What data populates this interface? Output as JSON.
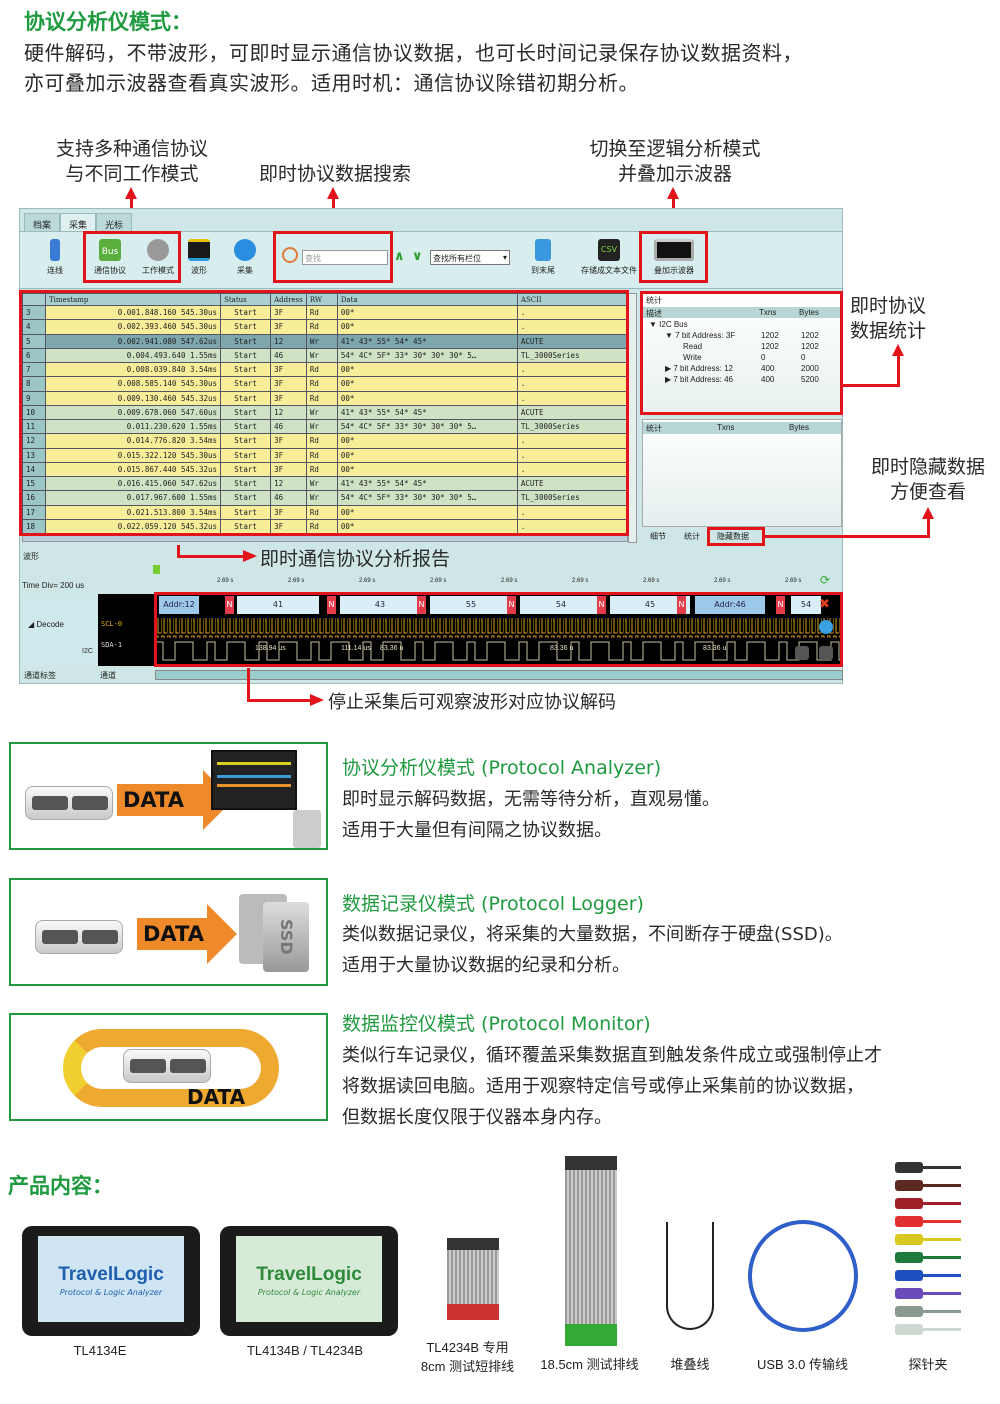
{
  "header": {
    "title": "协议分析仪模式：",
    "desc": [
      "硬件解码，不带波形，可即时显示通信协议数据，也可长时间记录保存协议数据资料，",
      "亦可叠加示波器查看真实波形。适用时机：通信协议除错初期分析。"
    ]
  },
  "annotations": {
    "multi_protocol": [
      "支持多种通信协议",
      "与不同工作模式"
    ],
    "search": "即时协议数据搜索",
    "switch": [
      "切换至逻辑分析模式",
      "并叠加示波器"
    ],
    "stats": [
      "即时协议",
      "数据统计"
    ],
    "hide": [
      "即时隐藏数据",
      "方便查看"
    ],
    "report": "即时通信协议分析报告",
    "waveform_decode": "停止采集后可观察波形对应协议解码"
  },
  "app": {
    "tabs": [
      "档案",
      "采集",
      "光标"
    ],
    "tools": {
      "connect": "连线",
      "protocol": "通信协议",
      "bus_badge": "Bus",
      "mode": "工作模式",
      "waveform": "波形",
      "capture": "采集",
      "search_placeholder": "查找",
      "search_scope": "查找所有栏位",
      "to_end": "到末尾",
      "save_csv": "存储成文本文件",
      "csv_badge": "CSV",
      "overlay_scope": "叠加示波器"
    },
    "table": {
      "headers": [
        "",
        "Timestamp",
        "Status",
        "Address",
        "RW",
        "Data",
        "ASCII"
      ],
      "rows": [
        [
          "3",
          "0.001.848.160 545.30us",
          "Start",
          "3F",
          "Rd",
          "00*",
          "."
        ],
        [
          "4",
          "0.002.393.460 545.30us",
          "Start",
          "3F",
          "Rd",
          "00*",
          "."
        ],
        [
          "5",
          "0.002.941.080 547.62us",
          "Start",
          "12",
          "Wr",
          "41* 43* 55* 54* 45*",
          "ACUTE"
        ],
        [
          "6",
          "0.004.493.640 1.55ms",
          "Start",
          "46",
          "Wr",
          "54* 4C* 5F* 33* 30* 30* 30* 5…",
          "TL_3000Series"
        ],
        [
          "7",
          "0.008.039.840 3.54ms",
          "Start",
          "3F",
          "Rd",
          "00*",
          "."
        ],
        [
          "8",
          "0.008.585.140 545.30us",
          "Start",
          "3F",
          "Rd",
          "00*",
          "."
        ],
        [
          "9",
          "0.009.130.460 545.32us",
          "Start",
          "3F",
          "Rd",
          "00*",
          "."
        ],
        [
          "10",
          "0.009.678.060 547.60us",
          "Start",
          "12",
          "Wr",
          "41* 43* 55* 54* 45*",
          "ACUTE"
        ],
        [
          "11",
          "0.011.230.620 1.55ms",
          "Start",
          "46",
          "Wr",
          "54* 4C* 5F* 33* 30* 30* 30* 5…",
          "TL_3000Series"
        ],
        [
          "12",
          "0.014.776.820 3.54ms",
          "Start",
          "3F",
          "Rd",
          "00*",
          "."
        ],
        [
          "13",
          "0.015.322.120 545.30us",
          "Start",
          "3F",
          "Rd",
          "00*",
          "."
        ],
        [
          "14",
          "0.015.867.440 545.32us",
          "Start",
          "3F",
          "Rd",
          "00*",
          "."
        ],
        [
          "15",
          "0.016.415.060 547.62us",
          "Start",
          "12",
          "Wr",
          "41* 43* 55* 54* 45*",
          "ACUTE"
        ],
        [
          "16",
          "0.017.967.600 1.55ms",
          "Start",
          "46",
          "Wr",
          "54* 4C* 5F* 33* 30* 30* 30* 5…",
          "TL_3000Series"
        ],
        [
          "17",
          "0.021.513.800 3.54ms",
          "Start",
          "3F",
          "Rd",
          "00*",
          "."
        ],
        [
          "18",
          "0.022.059.120 545.32us",
          "Start",
          "3F",
          "Rd",
          "00*",
          "."
        ]
      ]
    },
    "stats": {
      "title": "统计",
      "headers": [
        "描述",
        "Txns",
        "Bytes"
      ],
      "rows": [
        [
          "▼ I2C Bus",
          "",
          ""
        ],
        [
          "▼ 7 bit Address: 3F",
          "1202",
          "1202"
        ],
        [
          "Read",
          "1202",
          "1202"
        ],
        [
          "Write",
          "0",
          "0"
        ],
        [
          "▶ 7 bit Address: 12",
          "400",
          "2000"
        ],
        [
          "▶ 7 bit Address: 46",
          "400",
          "5200"
        ]
      ],
      "lower_headers": [
        "统计",
        "Txns",
        "Bytes"
      ],
      "bottom_tabs": [
        "细节",
        "统计",
        "隐藏数据"
      ]
    },
    "wave": {
      "title": "波形",
      "time_div": "Time Div= 200 us",
      "tick": "2.69 s",
      "decode": "◢ Decode",
      "bus": "I2C",
      "scl": "SCL-0",
      "sda": "SDA-1",
      "segments": [
        "Addr:12",
        "N",
        "41",
        "N",
        "43",
        "N",
        "55",
        "N",
        "54",
        "N",
        "45",
        "N",
        "Addr:46",
        "N",
        "54"
      ],
      "measures": [
        "138.94 us",
        "111.14 us",
        "83.36 u",
        "83.36 u",
        "83.36 u"
      ],
      "bottom": [
        "通道标签",
        "通道"
      ]
    }
  },
  "modes": [
    {
      "title": "协议分析仪模式 (Protocol Analyzer)",
      "lines": [
        "即时显示解码数据，无需等待分析，直观易懂。",
        "适用于大量但有间隔之协议数据。"
      ],
      "badge": "DATA"
    },
    {
      "title": "数据记录仪模式 (Protocol Logger)",
      "lines": [
        "类似数据记录仪，将采集的大量数据，不间断存于硬盘(SSD)。",
        "适用于大量协议数据的纪录和分析。"
      ],
      "badge": "DATA",
      "ssd": "SSD"
    },
    {
      "title": "数据监控仪模式 (Protocol Monitor)",
      "lines": [
        "类似行车记录仪，循环覆盖采集数据直到触发条件成立或强制停止才",
        "将数据读回电脑。适用于观察特定信号或停止采集前的协议数据，",
        "但数据长度仅限于仪器本身内存。"
      ],
      "badge": "DATA"
    }
  ],
  "products": {
    "title": "产品内容：",
    "brand": "TravelLogic",
    "brand_sub": "Protocol & Logic Analyzer",
    "items": [
      {
        "label": [
          "TL4134E"
        ]
      },
      {
        "label": [
          "TL4134B / TL4234B"
        ]
      },
      {
        "label": [
          "TL4234B 专用",
          "8cm 测试短排线"
        ]
      },
      {
        "label": [
          "18.5cm 测试排线"
        ]
      },
      {
        "label": [
          "堆叠线"
        ]
      },
      {
        "label": [
          "USB 3.0 传输线"
        ]
      },
      {
        "label": [
          "探针夹"
        ]
      }
    ]
  },
  "colors": {
    "accent": "#1f9a3f",
    "highlight": "#e3131b",
    "data_arrow": "#ee8a2a"
  }
}
